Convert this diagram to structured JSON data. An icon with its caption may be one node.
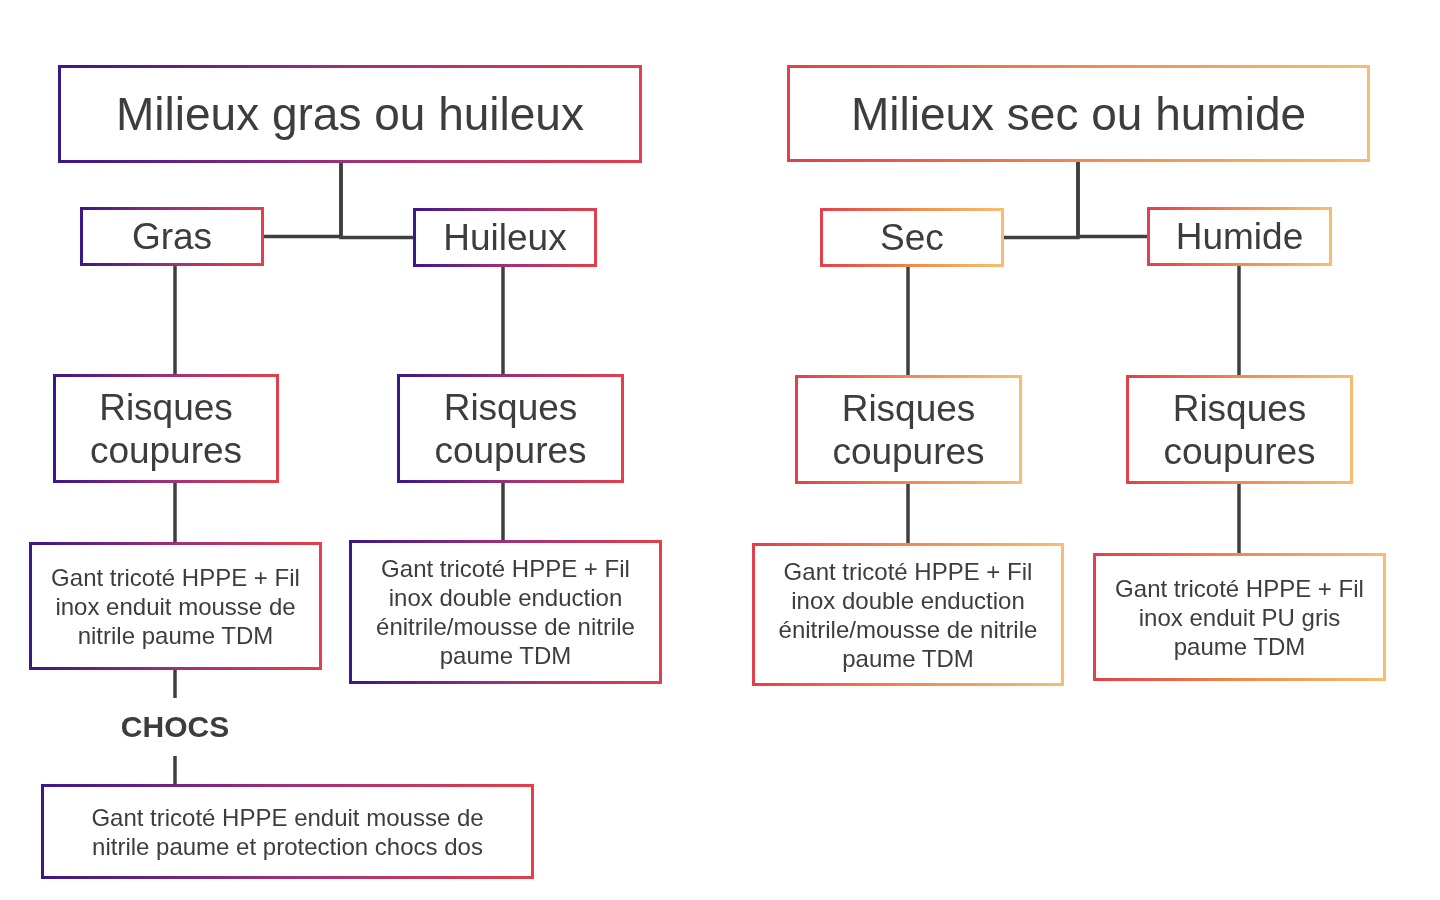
{
  "diagram": {
    "nodes": [
      {
        "text": [
          "Milieux gras ou huileux"
        ]
      },
      {
        "text": [
          "Gras"
        ]
      },
      {
        "text": [
          "Huileux"
        ]
      },
      {
        "text": [
          "Risques coupures"
        ]
      },
      {
        "text": [
          "Risques coupures"
        ]
      },
      {
        "text": [
          "Gant tricoté HPPE + Fil inox enduit mousse de nitrile paume TDM"
        ]
      },
      {
        "text": [
          "Gant tricoté HPPE + Fil inox double enduction énitrile/mousse de nitrile paume TDM"
        ]
      },
      {
        "text": [
          "Gant tricoté HPPE enduit mousse de nitrile paume et protection chocs dos"
        ]
      },
      {
        "text": [
          "Milieux sec ou humide"
        ]
      },
      {
        "text": [
          "Sec"
        ]
      },
      {
        "text": [
          "Humide"
        ]
      },
      {
        "text": [
          "Risques coupures"
        ]
      },
      {
        "text": [
          "Risques coupures"
        ]
      },
      {
        "text": [
          "Gant tricoté HPPE + Fil inox double enduction énitrile/mousse de nitrile paume TDM"
        ]
      },
      {
        "text": [
          "Gant tricoté HPPE + Fil inox enduit PU gris paume TDM"
        ]
      }
    ],
    "edges": [
      {
        "from": 0,
        "to": 1,
        "arrow": "none"
      },
      {
        "from": 0,
        "to": 2,
        "arrow": "none"
      },
      {
        "from": 1,
        "to": 3,
        "arrow": "none"
      },
      {
        "from": 2,
        "to": 4,
        "arrow": "none"
      },
      {
        "from": 3,
        "to": 5,
        "arrow": "none"
      },
      {
        "from": 4,
        "to": 6,
        "arrow": "none"
      },
      {
        "from": 5,
        "to": 7,
        "arrow": "none",
        "label": "CHOCS"
      },
      {
        "from": 8,
        "to": 9,
        "arrow": "none"
      },
      {
        "from": 8,
        "to": 10,
        "arrow": "none"
      },
      {
        "from": 9,
        "to": 11,
        "arrow": "none"
      },
      {
        "from": 10,
        "to": 12,
        "arrow": "none"
      },
      {
        "from": 11,
        "to": 13,
        "arrow": "none"
      },
      {
        "from": 12,
        "to": 14,
        "arrow": "none"
      }
    ]
  }
}
